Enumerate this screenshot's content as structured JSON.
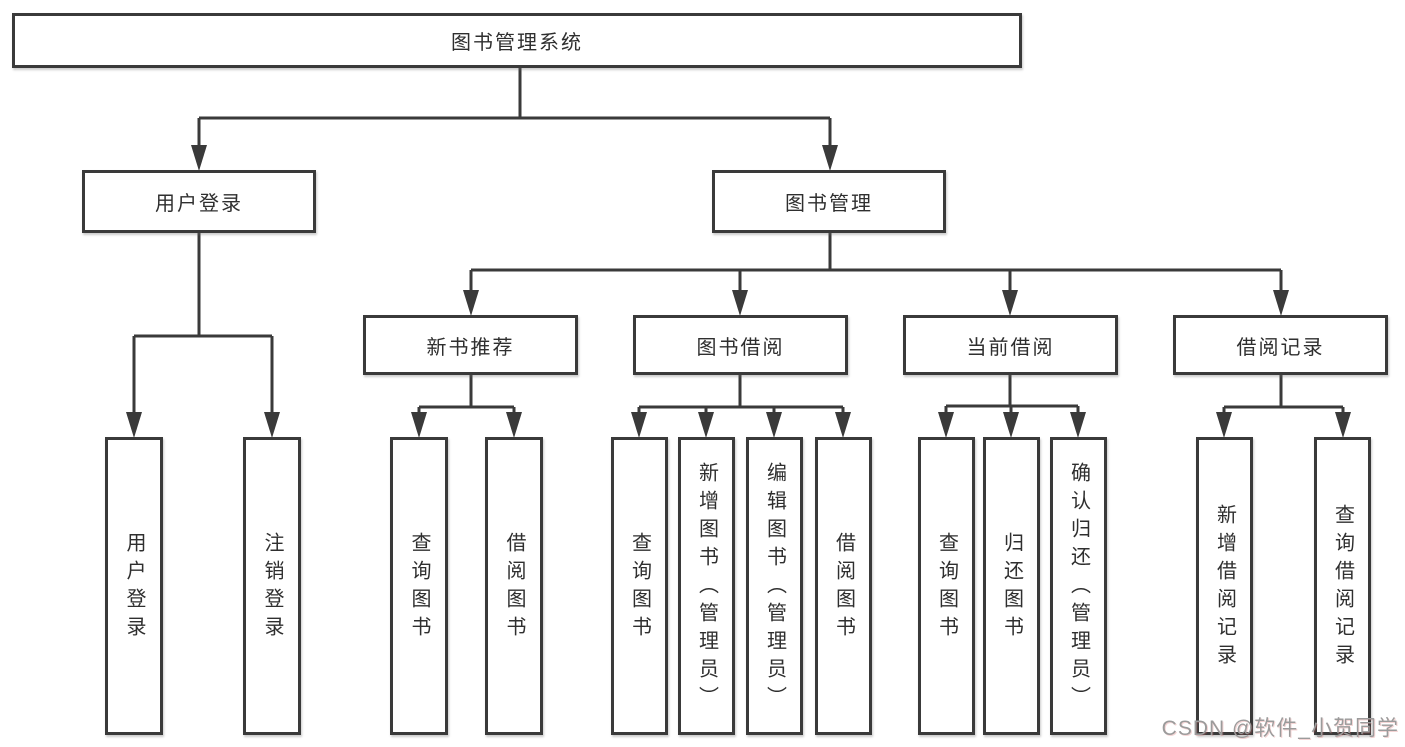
{
  "tree": {
    "label": "图书管理系统",
    "children": [
      {
        "label": "用户登录",
        "children": [
          {
            "label": "用户登录"
          },
          {
            "label": "注销登录"
          }
        ]
      },
      {
        "label": "图书管理",
        "children": [
          {
            "label": "新书推荐",
            "children": [
              {
                "label": "查询图书"
              },
              {
                "label": "借阅图书"
              }
            ]
          },
          {
            "label": "图书借阅",
            "children": [
              {
                "label": "查询图书"
              },
              {
                "label": "新增图书（管理员）"
              },
              {
                "label": "编辑图书（管理员）"
              },
              {
                "label": "借阅图书"
              }
            ]
          },
          {
            "label": "当前借阅",
            "children": [
              {
                "label": "查询图书"
              },
              {
                "label": "归还图书"
              },
              {
                "label": "确认归还（管理员）"
              }
            ]
          },
          {
            "label": "借阅记录",
            "children": [
              {
                "label": "新增借阅记录"
              },
              {
                "label": "查询借阅记录"
              }
            ]
          }
        ]
      }
    ]
  },
  "watermark": "CSDN @软件_小贺同学",
  "colors": {
    "line": "#3a3a3a",
    "text": "#2f2f2f",
    "background": "#ffffff",
    "watermark": "#9b9b9b"
  }
}
